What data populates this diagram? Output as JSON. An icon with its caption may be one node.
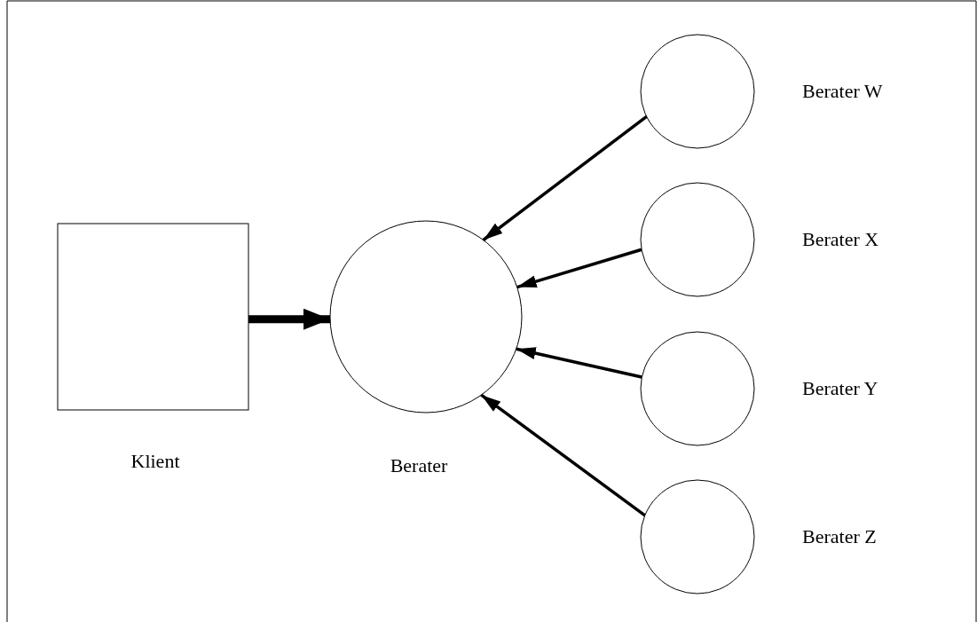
{
  "diagram": {
    "nodes": [
      {
        "text": [
          "Klient"
        ]
      },
      {
        "text": [
          "Berater"
        ]
      },
      {
        "text": [
          "Berater W"
        ]
      },
      {
        "text": [
          "Berater X"
        ]
      },
      {
        "text": [
          "Berater Y"
        ]
      },
      {
        "text": [
          "Berater Z"
        ]
      }
    ],
    "edges": [
      {
        "from": 0,
        "to": 1,
        "arrow": "to",
        "style": "thick"
      },
      {
        "from": 2,
        "to": 1,
        "arrow": "to"
      },
      {
        "from": 3,
        "to": 1,
        "arrow": "to"
      },
      {
        "from": 4,
        "to": 1,
        "arrow": "to"
      },
      {
        "from": 5,
        "to": 1,
        "arrow": "to"
      }
    ]
  }
}
